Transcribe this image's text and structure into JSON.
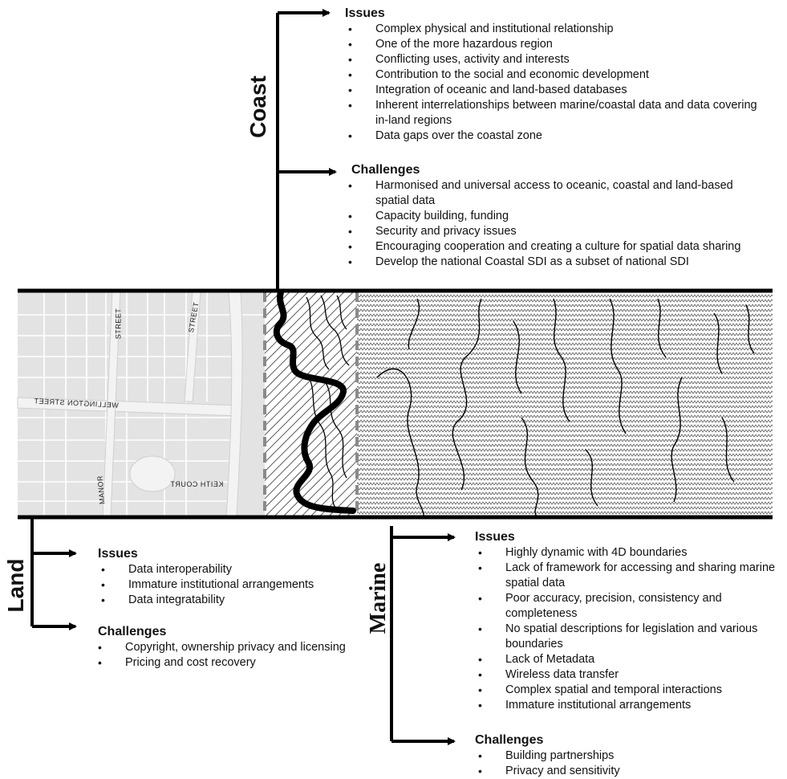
{
  "coast": {
    "label": "Coast",
    "issues_title": "Issues",
    "issues": [
      "Complex physical and institutional relationship",
      "One of the more hazardous region",
      "Conflicting uses, activity and interests",
      "Contribution to the social and economic development",
      "Integration of oceanic and land-based databases",
      "Inherent interrelationships between marine/coastal data and data covering in-land regions",
      "Data gaps over the coastal zone"
    ],
    "challenges_title": "Challenges",
    "challenges": [
      "Harmonised and universal access to oceanic, coastal and land-based spatial data",
      "Capacity building, funding",
      "Security and privacy issues",
      "Encouraging cooperation and creating a culture for spatial data sharing",
      "Develop the national Coastal SDI as a subset of national SDI"
    ]
  },
  "land": {
    "label": "Land",
    "issues_title": "Issues",
    "issues": [
      "Data interoperability",
      "Immature institutional arrangements",
      "Data integratability"
    ],
    "challenges_title": "Challenges",
    "challenges": [
      "Copyright, ownership privacy and licensing",
      "Pricing and cost recovery"
    ]
  },
  "marine": {
    "label": "Marine",
    "issues_title": "Issues",
    "issues": [
      "Highly dynamic with 4D boundaries",
      "Lack of framework for accessing and sharing marine spatial data",
      "Poor accuracy, precision, consistency and completeness",
      "No spatial descriptions for legislation and various boundaries",
      "Lack of Metadata",
      "Wireless data transfer",
      "Complex spatial and temporal interactions",
      "Immature institutional arrangements"
    ],
    "challenges_title": "Challenges",
    "challenges": [
      "Building partnerships",
      "Privacy and sensitivity"
    ]
  },
  "map_labels": {
    "street_1": "STREET",
    "street_2": "STREET",
    "wellington": "WELLINGTON STREET",
    "manor": "MANOR",
    "keith": "KEITH COURT"
  }
}
